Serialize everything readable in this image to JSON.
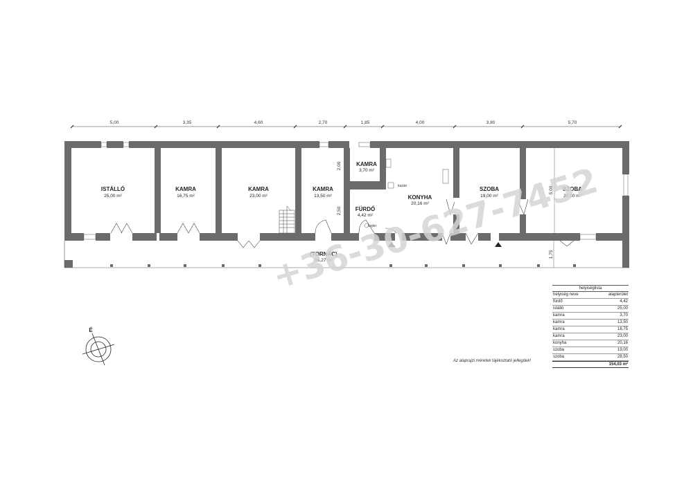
{
  "dimensions": {
    "top": [
      "5,00",
      "3,35",
      "4,60",
      "2,70",
      "1,85",
      "4,00",
      "3,80",
      "5,70"
    ],
    "kamra_small_height": "2,00",
    "furdo_height": "2,50",
    "szoba_depth": "5,00",
    "terrace_depth": "1,75"
  },
  "rooms": [
    {
      "name": "ISTÁLLÓ",
      "area": "25,00 m²"
    },
    {
      "name": "KAMRA",
      "area": "16,75 m²"
    },
    {
      "name": "KAMRA",
      "area": "23,00 m²"
    },
    {
      "name": "KAMRA",
      "area": "13,50 m²"
    },
    {
      "name": "KAMRA",
      "area": "3,70 m²"
    },
    {
      "name": "FÜRDŐ",
      "area": "4,42 m²"
    },
    {
      "name": "KONYHA",
      "area": "20,16 m²"
    },
    {
      "name": "SZOBA",
      "area": "19,00 m²"
    },
    {
      "name": "SZOBA",
      "area": "28,50 m²"
    }
  ],
  "terrace": {
    "name": "(TORNÁC)",
    "area": "58,27 m²"
  },
  "fixtures": {
    "boiler": "kazán",
    "heater": "bojler"
  },
  "watermark": "+36-30-627-7452",
  "compass_label": "É",
  "room_list": {
    "title": "helyiséglista",
    "col_name": "helyiség neve",
    "col_area": "alapterület",
    "rows": [
      {
        "name": "fürdő",
        "area": "4,42"
      },
      {
        "name": "istálló",
        "area": "25,00"
      },
      {
        "name": "kamra",
        "area": "3,70"
      },
      {
        "name": "kamra",
        "area": "13,50"
      },
      {
        "name": "kamra",
        "area": "16,75"
      },
      {
        "name": "kamra",
        "area": "23,00"
      },
      {
        "name": "konyha",
        "area": "20,16"
      },
      {
        "name": "szoba",
        "area": "19,00"
      },
      {
        "name": "szoba",
        "area": "28,50"
      }
    ],
    "total": "154,03 m²"
  },
  "disclaimer": "Az alaprajzi méretek tájékoztató jellegűek!"
}
